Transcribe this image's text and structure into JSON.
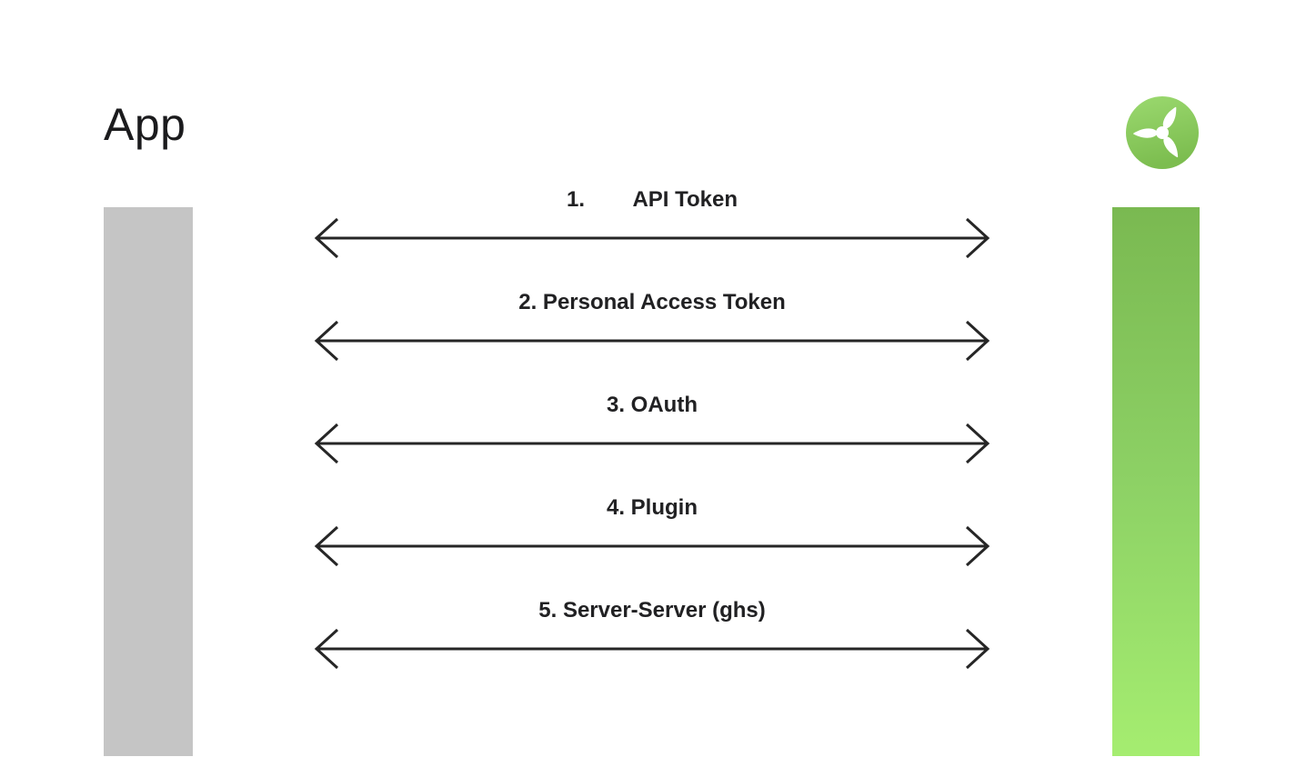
{
  "left_actor": {
    "title": "App"
  },
  "right_actor": {
    "logo": "propeller-logo"
  },
  "connections": [
    {
      "label": "1.        API Token"
    },
    {
      "label": "2. Personal Access Token"
    },
    {
      "label": "3. OAuth"
    },
    {
      "label": "4. Plugin"
    },
    {
      "label": "5. Server-Server (ghs)"
    }
  ],
  "colors": {
    "background": "#ffffff",
    "text": "#1b1b1d",
    "arrow": "#262626",
    "lifeline_gray": "#c5c5c5",
    "lifeline_green_top": "#7ab951",
    "lifeline_green_bottom": "#a5ed70",
    "logo_green_light": "#9bd96f",
    "logo_green_dark": "#7cbd4f",
    "logo_blades": "#ffffff"
  }
}
